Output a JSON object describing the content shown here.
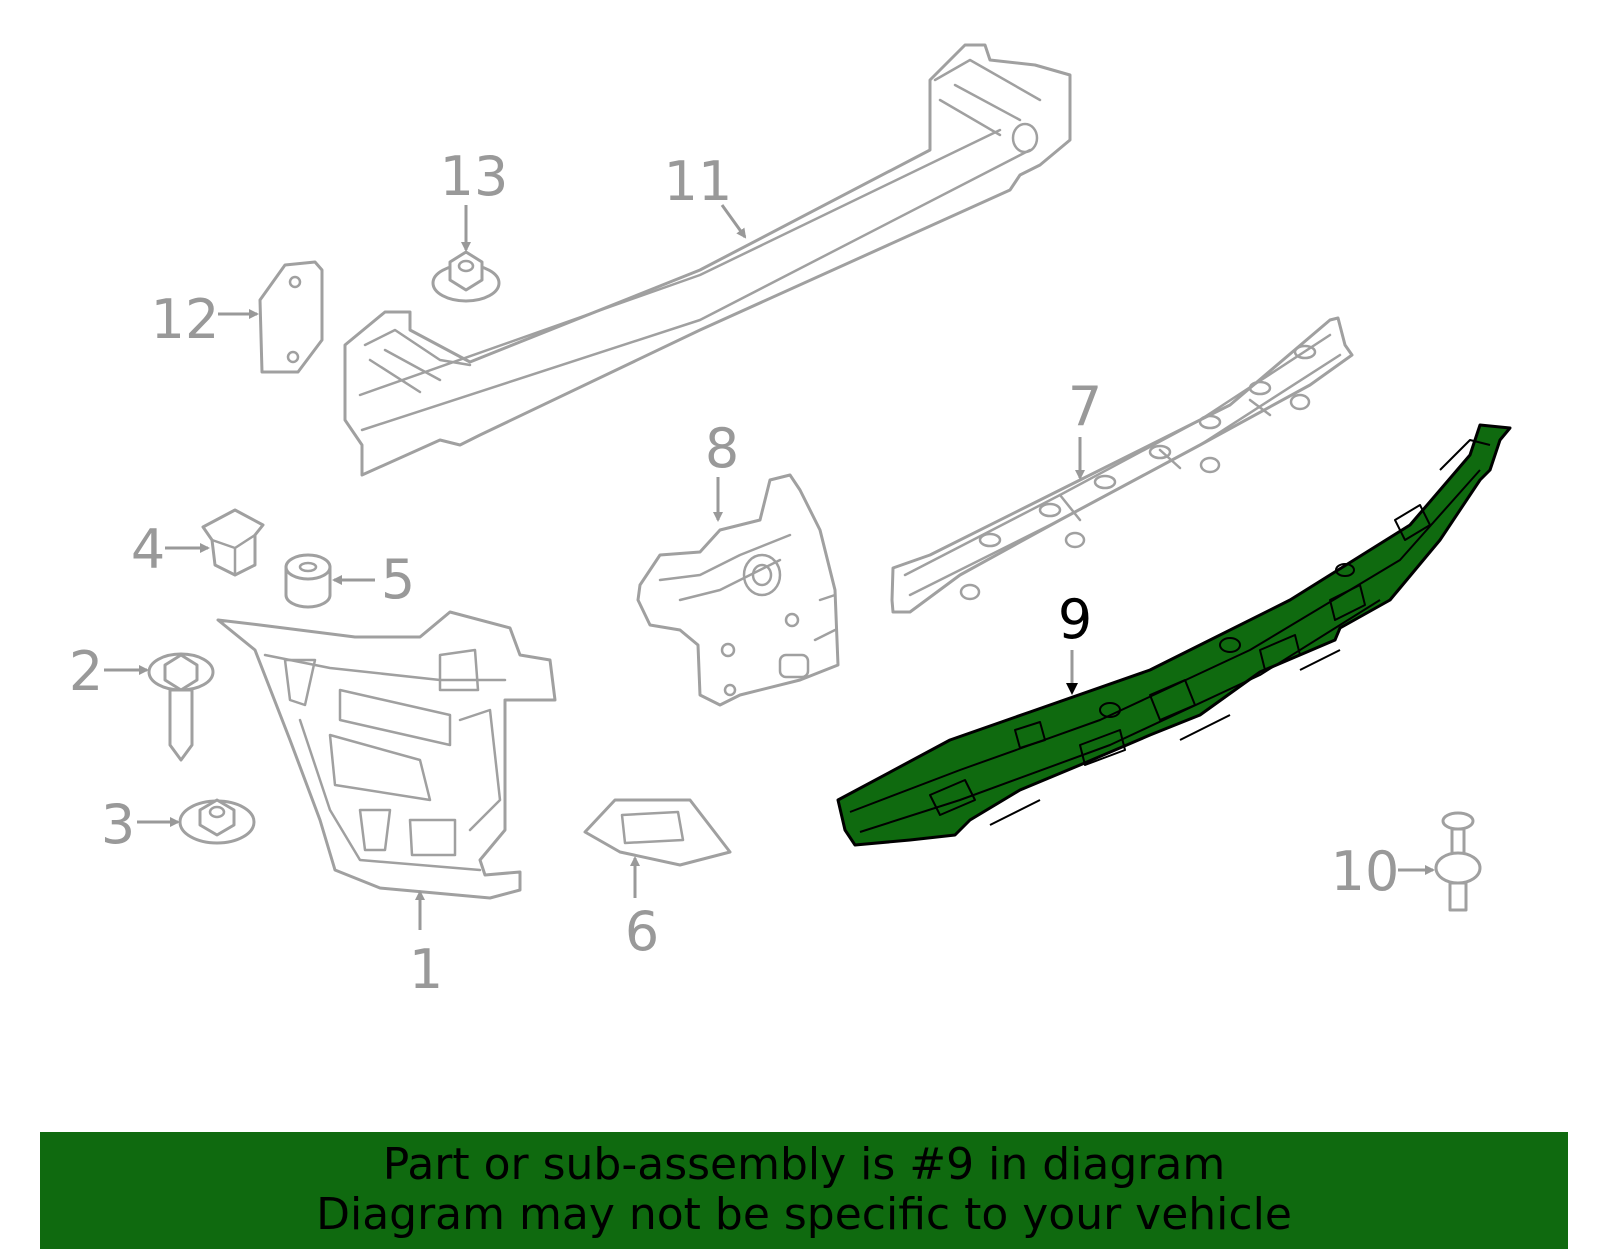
{
  "highlight_color": "#0f6a0f",
  "part_color": "#a0a0a0",
  "label_color": "#999999",
  "callouts": {
    "c1": "1",
    "c2": "2",
    "c3": "3",
    "c4": "4",
    "c5": "5",
    "c6": "6",
    "c7": "7",
    "c8": "8",
    "c9": "9",
    "c10": "10",
    "c11": "11",
    "c12": "12",
    "c13": "13"
  },
  "banner": {
    "line1": "Part or sub-assembly is #9 in diagram",
    "line2": "Diagram may not be specific to your vehicle"
  }
}
